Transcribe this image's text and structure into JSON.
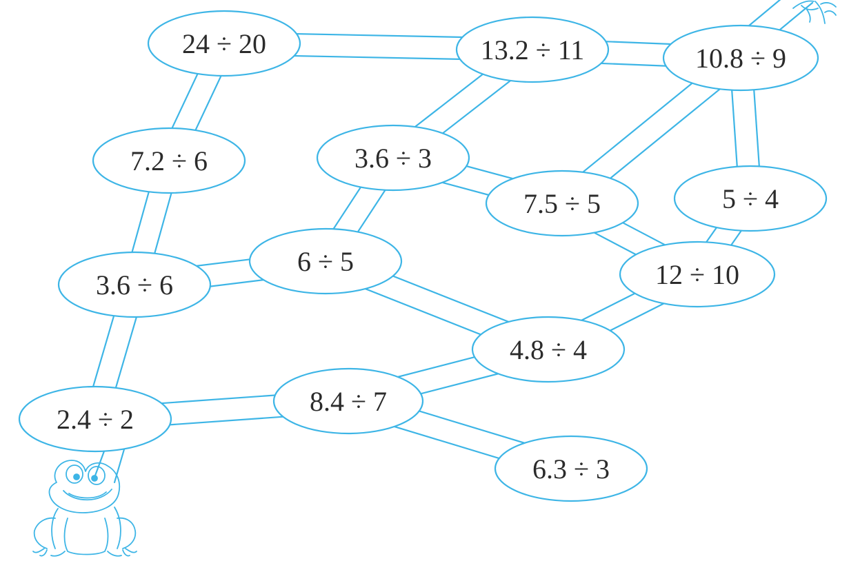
{
  "colors": {
    "line": "#3db5e6",
    "text": "#2b2b2b",
    "background": "#ffffff"
  },
  "nodes": [
    {
      "id": "n-24-20",
      "label": "24 ÷ 20"
    },
    {
      "id": "n-13.2-11",
      "label": "13.2 ÷ 11"
    },
    {
      "id": "n-10.8-9",
      "label": "10.8 ÷ 9"
    },
    {
      "id": "n-7.2-6",
      "label": "7.2 ÷ 6"
    },
    {
      "id": "n-3.6-3",
      "label": "3.6 ÷ 3"
    },
    {
      "id": "n-7.5-5",
      "label": "7.5 ÷ 5"
    },
    {
      "id": "n-5-4",
      "label": "5 ÷ 4"
    },
    {
      "id": "n-3.6-6",
      "label": "3.6 ÷ 6"
    },
    {
      "id": "n-6-5",
      "label": "6 ÷ 5"
    },
    {
      "id": "n-12-10",
      "label": "12 ÷ 10"
    },
    {
      "id": "n-4.8-4",
      "label": "4.8 ÷ 4"
    },
    {
      "id": "n-2.4-2",
      "label": "2.4 ÷ 2"
    },
    {
      "id": "n-8.4-7",
      "label": "8.4 ÷ 7"
    },
    {
      "id": "n-6.3-3",
      "label": "6.3 ÷ 3"
    }
  ],
  "paths": [
    [
      "n-24-20",
      "n-13.2-11"
    ],
    [
      "n-13.2-11",
      "n-10.8-9"
    ],
    [
      "n-24-20",
      "n-7.2-6"
    ],
    [
      "n-13.2-11",
      "n-3.6-3"
    ],
    [
      "n-10.8-9",
      "n-7.5-5"
    ],
    [
      "n-10.8-9",
      "n-5-4"
    ],
    [
      "n-7.2-6",
      "n-3.6-6"
    ],
    [
      "n-3.6-3",
      "n-6-5"
    ],
    [
      "n-3.6-3",
      "n-7.5-5"
    ],
    [
      "n-7.5-5",
      "n-12-10"
    ],
    [
      "n-5-4",
      "n-12-10"
    ],
    [
      "n-3.6-6",
      "n-6-5"
    ],
    [
      "n-6-5",
      "n-4.8-4"
    ],
    [
      "n-12-10",
      "n-4.8-4"
    ],
    [
      "n-3.6-6",
      "n-2.4-2"
    ],
    [
      "n-2.4-2",
      "n-8.4-7"
    ],
    [
      "n-8.4-7",
      "n-4.8-4"
    ],
    [
      "n-8.4-7",
      "n-6.3-3"
    ]
  ],
  "decorations": {
    "start_icon": "frog-icon",
    "end_icon": "plant-icon"
  }
}
